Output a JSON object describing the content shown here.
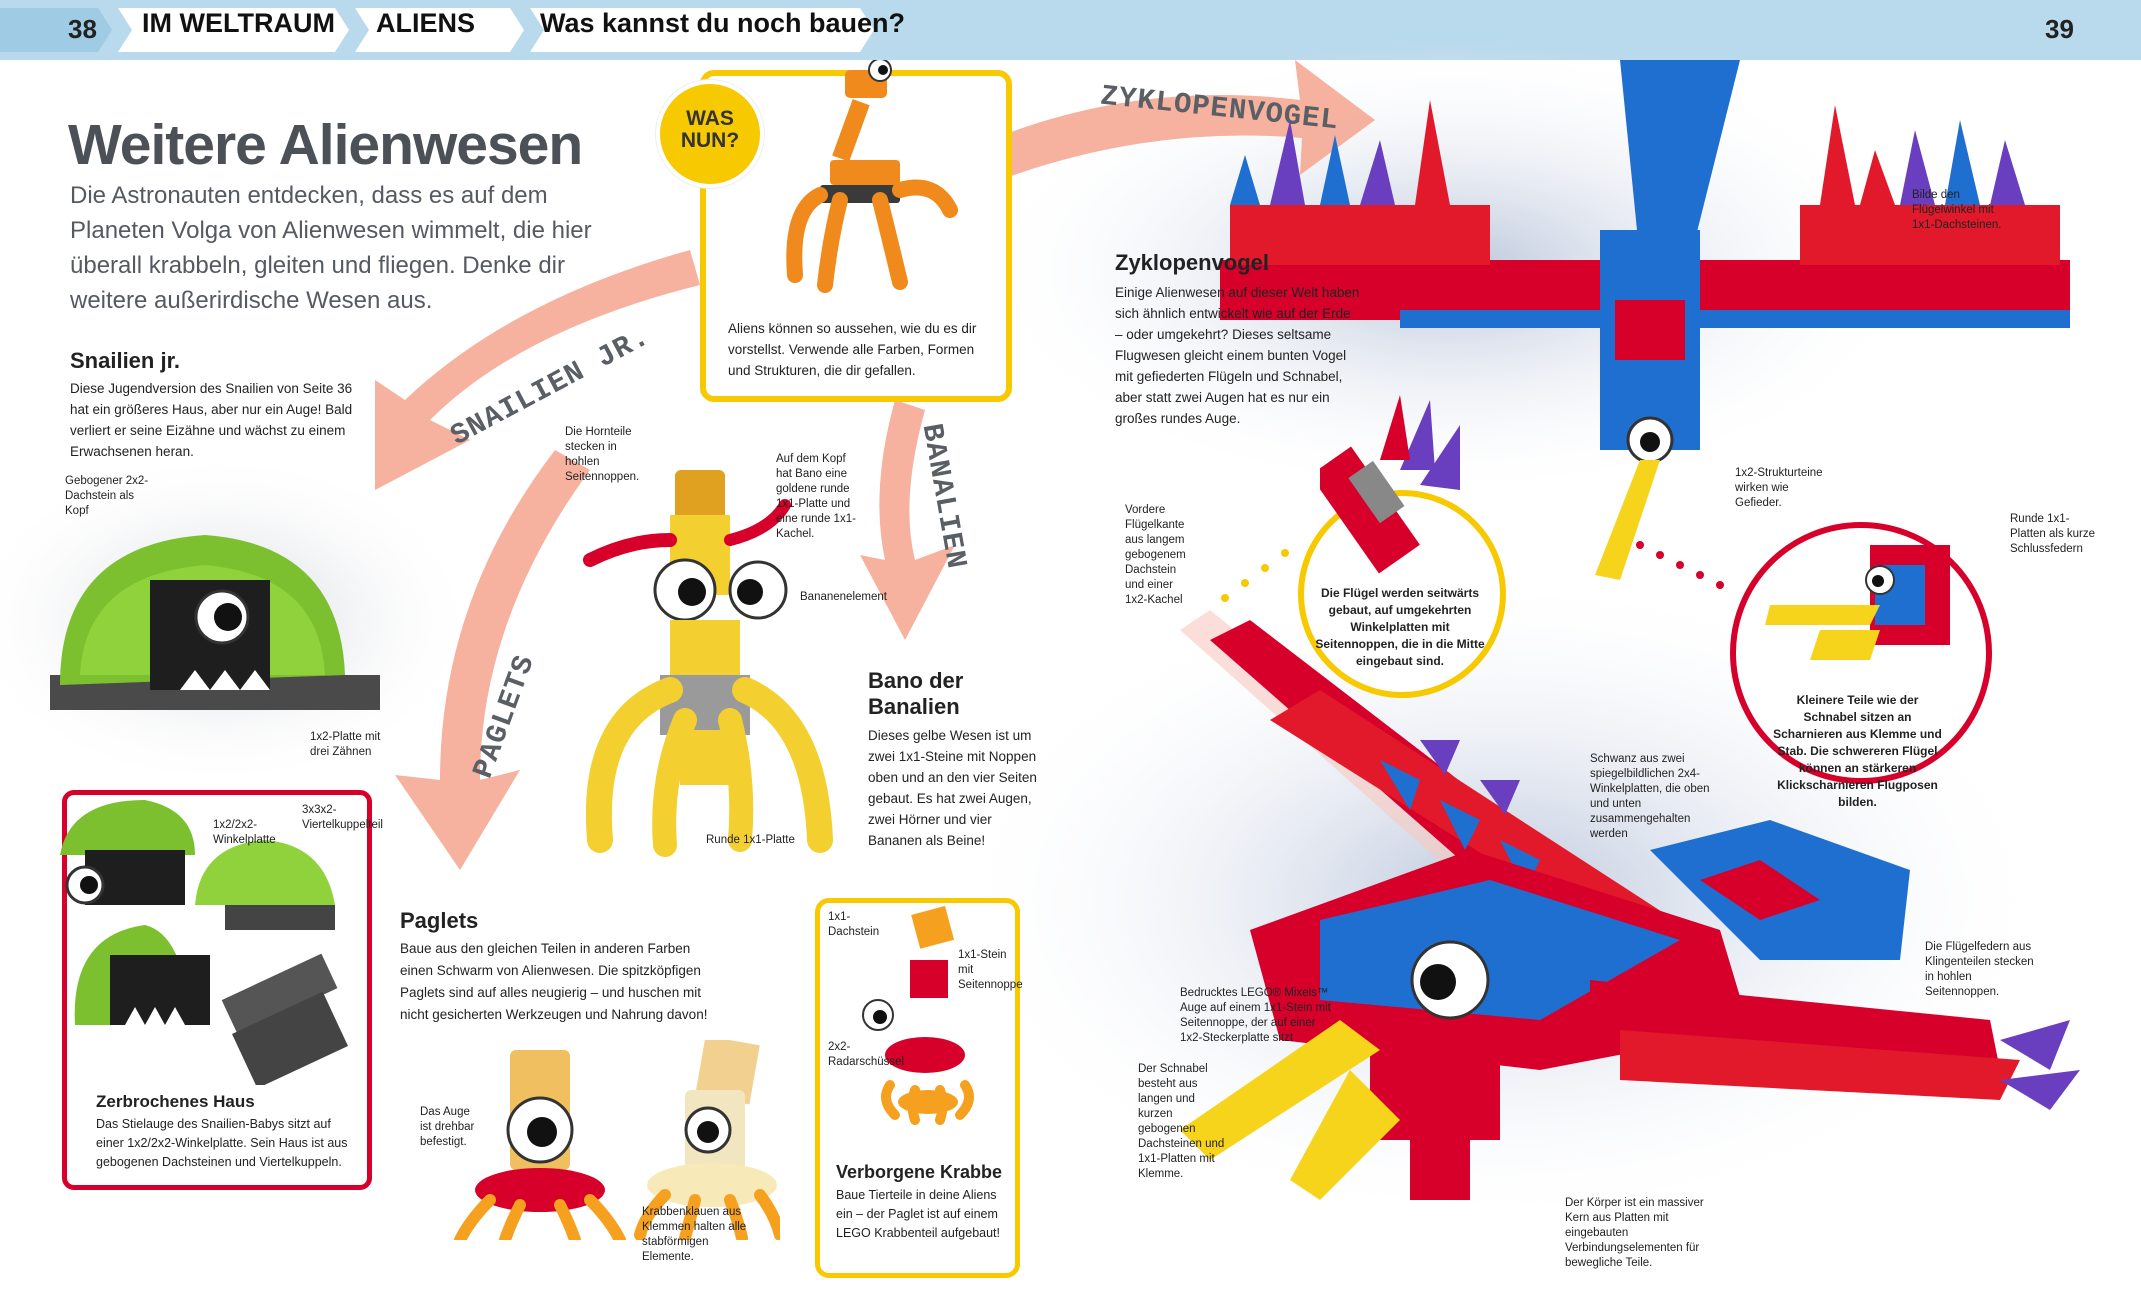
{
  "header": {
    "page_left": "38",
    "page_right": "39",
    "crumbs": [
      "IM WELTRAUM",
      "ALIENS",
      "Was kannst du noch bauen?"
    ]
  },
  "intro": {
    "title": "Weitere Alienwesen",
    "text": "Die Astronauten entdecken, dass es auf dem Planeten Volga von Alienwesen wimmelt, die hier überall krabbeln, gleiten und fliegen. Denke dir weitere außerirdische Wesen aus."
  },
  "was_nun": {
    "badge": "WAS NUN?",
    "text": "Aliens können so aussehen, wie du es dir vorstellst. Verwende alle Farben, Formen und Strukturen, die dir gefallen."
  },
  "arrows": {
    "zyklopenvogel": "ZYKLOPENVOGEL",
    "snailien": "SNAILIEN JR.",
    "banalien": "BANALIEN",
    "paglets": "PAGLETS"
  },
  "snailien": {
    "title": "Snailien jr.",
    "text": "Diese Jugendversion des Snailien von Seite 36 hat ein größeres Haus, aber nur ein Auge! Bald verliert er seine Eizähne und wächst zu einem Erwachsenen heran.",
    "cap_head": "Gebogener 2x2-Dachstein als Kopf",
    "cap_plate": "1x2-Platte mit drei Zähnen"
  },
  "haus": {
    "cap_winkel": "1x2/2x2-Winkelplatte",
    "cap_viertel": "3x3x2-Viertelkuppelteil",
    "title": "Zerbrochenes Haus",
    "text": "Das Stielauge des Snailien-Babys sitzt auf einer 1x2/2x2-Winkelplatte. Sein Haus ist aus gebogenen Dachsteinen und Viertelkuppeln."
  },
  "bano": {
    "cap_horn": "Die Hornteile stecken in hohlen Seitennoppen.",
    "cap_head": "Auf dem Kopf hat Bano eine goldene runde 1x1-Platte und eine runde 1x1-Kachel.",
    "cap_banana": "Bananenelement",
    "cap_round": "Runde 1x1-Platte",
    "title": "Bano der Banalien",
    "text": "Dieses gelbe Wesen ist um zwei 1x1-Steine mit Noppen oben und an den vier Seiten gebaut. Es hat zwei Augen, zwei Hörner und vier Bananen als Beine!"
  },
  "paglets": {
    "title": "Paglets",
    "text": "Baue aus den gleichen Teilen in anderen Farben einen Schwarm von Alienwesen. Die spitzköpfigen Paglets sind auf alles neugierig – und huschen mit nicht gesicherten Werkzeugen und Nahrung davon!",
    "cap_eye": "Das Auge ist drehbar befestigt.",
    "cap_claws": "Krabbenklauen aus Klemmen halten alle stabförmigen Elemente."
  },
  "krabbe": {
    "cap_dach": "1x1-Dachstein",
    "cap_stein": "1x1-Stein mit Seitennoppe",
    "cap_radar": "2x2-Radarschüssel",
    "title": "Verborgene Krabbe",
    "text": "Baue Tierteile in deine Aliens ein – der Paglet ist auf einem LEGO Krabbenteil aufgebaut!"
  },
  "zyklop": {
    "title": "Zyklopenvogel",
    "text": "Einige Alienwesen auf dieser Welt haben sich ähnlich entwickelt wie auf der Erde – oder umgekehrt? Dieses seltsame Flugwesen gleicht einem bunten Vogel mit gefiederten Flügeln und Schnabel, aber statt zwei Augen hat es nur ein großes rundes Auge.",
    "cap_winkel": "Bilde den Flügelwinkel mit 1x1-Dachsteinen.",
    "cap_struktur": "1x2-Strukturteine wirken wie Gefieder.",
    "cap_schluss": "Runde 1x1-Platten als kurze Schlussfedern",
    "cap_vorder": "Vordere Flügelkante aus langem gebogenem Dachstein und einer 1x2-Kachel",
    "circle_left": "Die Flügel werden seitwärts gebaut, auf umgekehrten Winkelplatten mit Seitennoppen, die in die Mitte eingebaut sind.",
    "circle_right": "Kleinere Teile wie der Schnabel sitzen an Scharnieren aus Klemme und Stab. Die schwereren Flügel können an stärkeren Klickscharnieren Flugposen bilden.",
    "cap_schwanz": "Schwanz aus zwei spiegelbildlichen 2x4-Winkelplatten, die oben und unten zusammengehalten werden",
    "cap_auge": "Bedrucktes LEGO® Mixels™ Auge auf einem 1x1-Stein mit Seitennoppe, der auf einer 1x2-Steckerplatte sitzt",
    "cap_federn": "Die Flügelfedern aus Klingenteilen stecken in hohlen Seitennoppen.",
    "cap_schnabel": "Der Schnabel besteht aus langen und kurzen gebogenen Dachsteinen und 1x1-Platten mit Klemme.",
    "cap_koerper": "Der Körper ist ein massiver Kern aus Platten mit eingebauten Verbindungselementen für bewegliche Teile."
  },
  "colors": {
    "header_bg": "#b9d9ec",
    "arrow": "#f4a58e",
    "yellow_frame": "#f7c900",
    "red_frame": "#d6002a"
  }
}
